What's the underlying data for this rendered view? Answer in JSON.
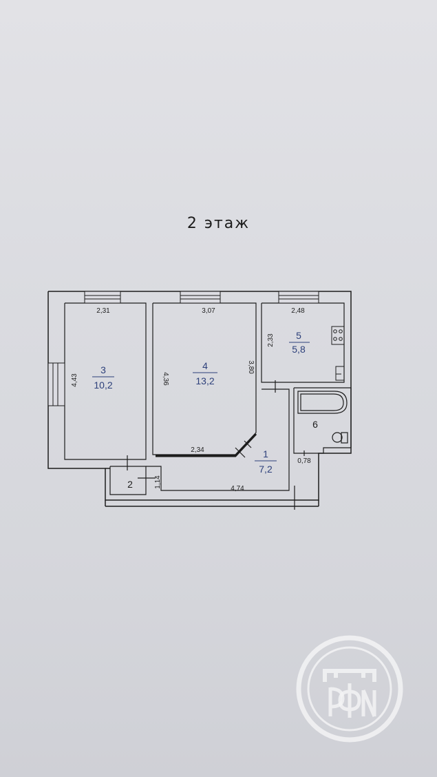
{
  "floor_label": "2 этаж",
  "rooms": [
    {
      "num": "3",
      "area": "10,2"
    },
    {
      "num": "4",
      "area": "13,2"
    },
    {
      "num": "5",
      "area": "5,8"
    },
    {
      "num": "6"
    },
    {
      "num": "1",
      "area": "7,2"
    },
    {
      "num": "2"
    }
  ],
  "dimensions": {
    "room3_width": "2,31",
    "room3_length": "4,43",
    "room4_width": "3,07",
    "room4_length_left": "4,36",
    "room4_length_right": "3,80",
    "room4_bottom": "2,34",
    "room5_width": "2,48",
    "room5_length": "2,33",
    "bath_width": "0,78",
    "hall_length": "4,74",
    "closet_depth": "1,14"
  },
  "colors": {
    "ink": "#1c1c1c",
    "room_label": "#2c3f7a",
    "watermark": "#f2f2f4"
  },
  "watermark": "РФН logo"
}
